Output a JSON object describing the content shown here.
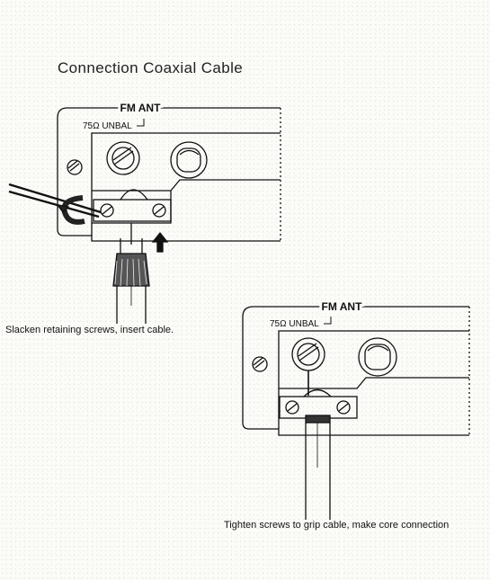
{
  "title": "Connection Coaxial Cable",
  "panel_1": {
    "label": "FM ANT",
    "sublabel": "75Ω UNBAL",
    "caption": "Slacken retaining screws, insert cable."
  },
  "panel_2": {
    "label": "FM ANT",
    "sublabel": "75Ω UNBAL",
    "caption": "Tighten screws to grip cable, make core connection"
  }
}
